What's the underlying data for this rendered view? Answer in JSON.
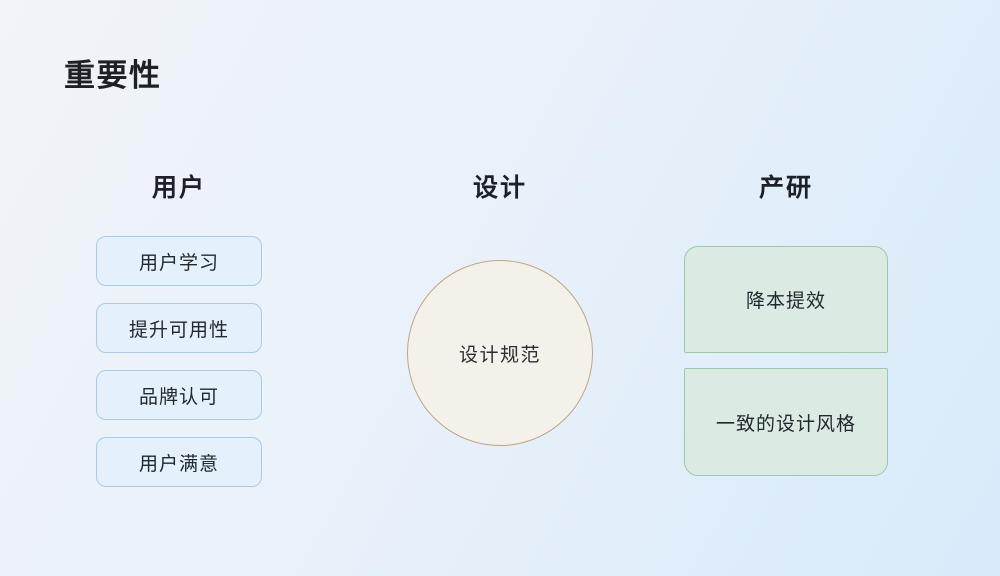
{
  "title": "重要性",
  "columns": {
    "user": {
      "header": "用户",
      "items": [
        "用户学习",
        "提升可用性",
        "品牌认可",
        "用户满意"
      ]
    },
    "design": {
      "header": "设计",
      "circle_label": "设计规范"
    },
    "product": {
      "header": "产研",
      "items": [
        "降本提效",
        "一致的设计风格"
      ]
    }
  },
  "colors": {
    "background_start": "#f1f4f8",
    "background_end": "#d8eafa",
    "blue_box_fill": "#e4f1fc",
    "blue_box_border": "#a9cbe9",
    "green_box_fill": "#dbebe4",
    "green_box_border": "#9ccaa8",
    "circle_fill": "#f4f1eb",
    "circle_border": "#c2a47f",
    "text": "#21252b"
  }
}
